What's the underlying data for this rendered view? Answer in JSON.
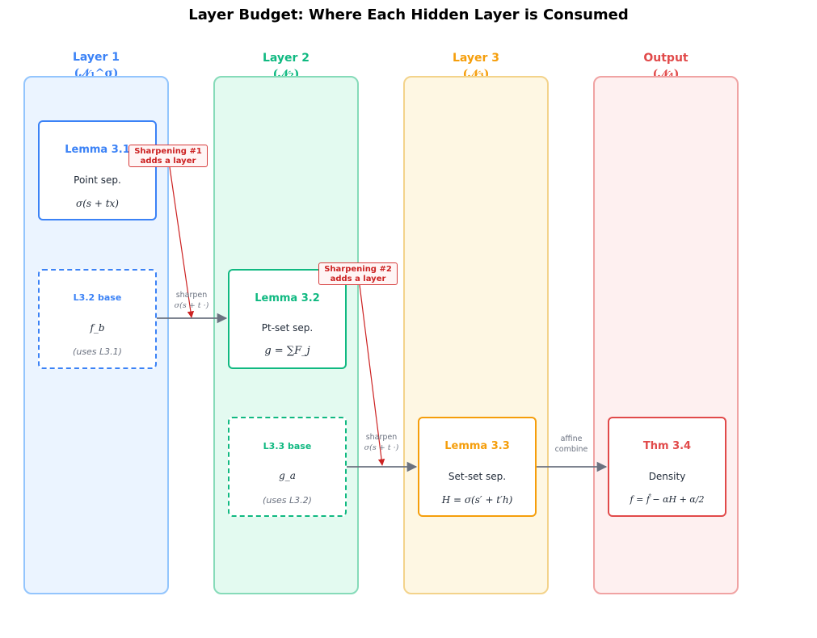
{
  "title": "Layer Budget: Where Each Hidden Layer is Consumed",
  "columns": [
    {
      "name": "Layer 1",
      "sub": "(𝒩₁^σ)",
      "color": "#3b82f6",
      "bg": "#ebf4ff",
      "border": "#93c5fd"
    },
    {
      "name": "Layer 2",
      "sub": "(𝒩₂)",
      "color": "#10b981",
      "bg": "#e3faf0",
      "border": "#86dbb9"
    },
    {
      "name": "Layer 3",
      "sub": "(𝒩₃)",
      "color": "#f59e0b",
      "bg": "#fef7e3",
      "border": "#f3d38b"
    },
    {
      "name": "Output",
      "sub": "(𝒩₄)",
      "color": "#e14a4a",
      "bg": "#fef0f0",
      "border": "#f0a3a3"
    }
  ],
  "cards": {
    "lemma31": {
      "title": "Lemma 3.1",
      "line2": "Point sep.",
      "line3": "σ(s + tx)"
    },
    "l32base": {
      "title": "L3.2 base",
      "line2": "f_b",
      "line3": "(uses L3.1)"
    },
    "lemma32": {
      "title": "Lemma 3.2",
      "line2": "Pt-set sep.",
      "line3": "g = ∑F_j"
    },
    "l33base": {
      "title": "L3.3 base",
      "line2": "g_a",
      "line3": "(uses L3.2)"
    },
    "lemma33": {
      "title": "Lemma 3.3",
      "line2": "Set-set sep.",
      "line3": "H = σ(s′ + t′h)"
    },
    "thm34": {
      "title": "Thm 3.4",
      "line2": "Density",
      "line3": "f = f̂ − αH + α/2"
    }
  },
  "edges": {
    "sharpen1": {
      "l1": "sharpen",
      "l2": "σ(s + t ·)"
    },
    "sharpen2": {
      "l1": "sharpen",
      "l2": "σ(s + t ·)"
    },
    "affine": {
      "l1": "affine",
      "l2": "combine"
    }
  },
  "callouts": {
    "c1": {
      "l1": "Sharpening #1",
      "l2": "adds a layer"
    },
    "c2": {
      "l1": "Sharpening #2",
      "l2": "adds a layer"
    }
  },
  "colors": {
    "arrow": "#6b7280",
    "callout": "#cc2222"
  }
}
